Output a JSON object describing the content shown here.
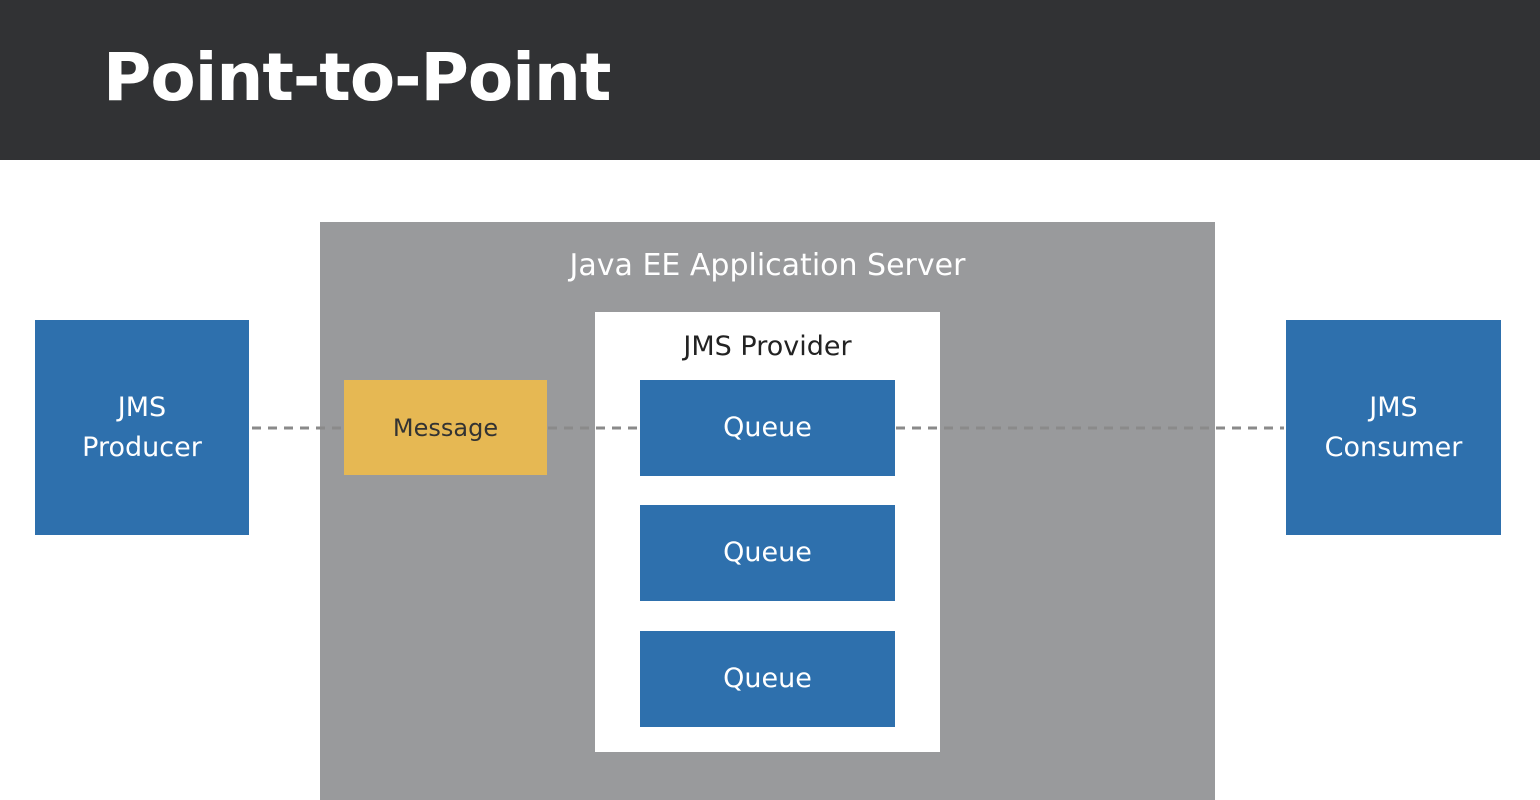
{
  "slide": {
    "title": "Point-to-Point"
  },
  "diagram": {
    "server_label": "Java EE Application Server",
    "provider_label": "JMS Provider",
    "producer": {
      "line1": "JMS",
      "line2": "Producer"
    },
    "consumer": {
      "line1": "JMS",
      "line2": "Consumer"
    },
    "message_label": "Message",
    "queues": [
      {
        "label": "Queue"
      },
      {
        "label": "Queue"
      },
      {
        "label": "Queue"
      }
    ]
  },
  "colors": {
    "title_bar": "#313234",
    "server_box": "#999a9c",
    "node_blue": "#2e70ad",
    "message_yellow": "#e6b853",
    "connector_gray": "#8a8a8a"
  }
}
